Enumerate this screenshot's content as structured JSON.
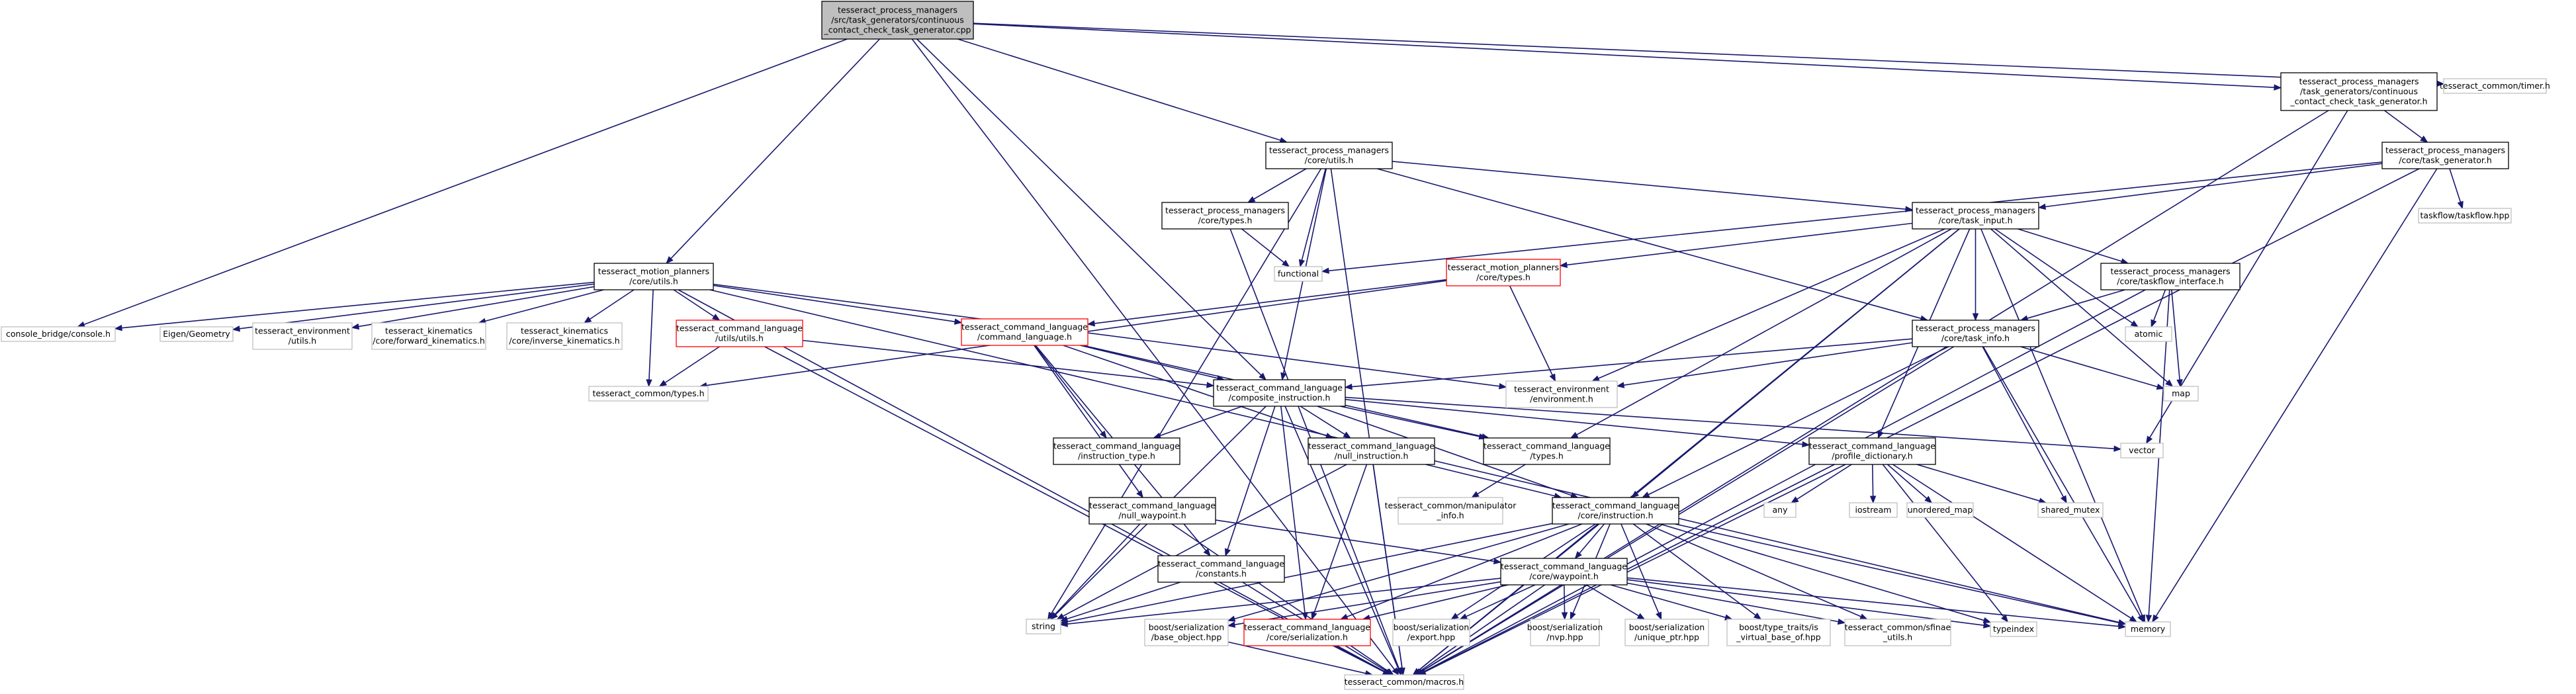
{
  "colors": {
    "edge": "#191970",
    "root_fill": "#bfbfbf",
    "box_fill": "#ffffff",
    "documented_border": "#000000",
    "external_border": "#bfbfbf",
    "truncated_border": "#ff0000"
  },
  "nodes": {
    "root": {
      "lines": [
        "tesseract_process_managers",
        "/src/task_generators/continuous",
        "_contact_check_task_generator.cpp"
      ],
      "kind": "root"
    },
    "timer": {
      "lines": [
        "tesseract_common/timer.h"
      ],
      "kind": "external"
    },
    "ccg_h": {
      "lines": [
        "tesseract_process_managers",
        "/task_generators/continuous",
        "_contact_check_task_generator.h"
      ],
      "kind": "documented"
    },
    "pm_utils": {
      "lines": [
        "tesseract_process_managers",
        "/core/utils.h"
      ],
      "kind": "documented"
    },
    "task_generator": {
      "lines": [
        "tesseract_process_managers",
        "/core/task_generator.h"
      ],
      "kind": "documented"
    },
    "taskflow": {
      "lines": [
        "taskflow/taskflow.hpp"
      ],
      "kind": "external"
    },
    "pm_types": {
      "lines": [
        "tesseract_process_managers",
        "/core/types.h"
      ],
      "kind": "documented"
    },
    "task_input": {
      "lines": [
        "tesseract_process_managers",
        "/core/task_input.h"
      ],
      "kind": "documented"
    },
    "functional": {
      "lines": [
        "functional"
      ],
      "kind": "external"
    },
    "mp_utils": {
      "lines": [
        "tesseract_motion_planners",
        "/core/utils.h"
      ],
      "kind": "documented"
    },
    "mp_types": {
      "lines": [
        "tesseract_motion_planners",
        "/core/types.h"
      ],
      "kind": "truncated"
    },
    "taskflow_iface": {
      "lines": [
        "tesseract_process_managers",
        "/core/taskflow_interface.h"
      ],
      "kind": "documented"
    },
    "console": {
      "lines": [
        "console_bridge/console.h"
      ],
      "kind": "external"
    },
    "eigen": {
      "lines": [
        "Eigen/Geometry"
      ],
      "kind": "external"
    },
    "env_utils": {
      "lines": [
        "tesseract_environment",
        "/utils.h"
      ],
      "kind": "external"
    },
    "fwd_kin": {
      "lines": [
        "tesseract_kinematics",
        "/core/forward_kinematics.h"
      ],
      "kind": "external"
    },
    "inv_kin": {
      "lines": [
        "tesseract_kinematics",
        "/core/inverse_kinematics.h"
      ],
      "kind": "external"
    },
    "cl_utils": {
      "lines": [
        "tesseract_command_language",
        "/utils/utils.h"
      ],
      "kind": "truncated"
    },
    "cl_main": {
      "lines": [
        "tesseract_command_language",
        "/command_language.h"
      ],
      "kind": "truncated"
    },
    "atomic": {
      "lines": [
        "atomic"
      ],
      "kind": "external"
    },
    "task_info": {
      "lines": [
        "tesseract_process_managers",
        "/core/task_info.h"
      ],
      "kind": "documented"
    },
    "common_types": {
      "lines": [
        "tesseract_common/types.h"
      ],
      "kind": "external"
    },
    "composite": {
      "lines": [
        "tesseract_command_language",
        "/composite_instruction.h"
      ],
      "kind": "documented"
    },
    "environment": {
      "lines": [
        "tesseract_environment",
        "/environment.h"
      ],
      "kind": "external"
    },
    "map": {
      "lines": [
        "map"
      ],
      "kind": "external"
    },
    "vector": {
      "lines": [
        "vector"
      ],
      "kind": "external"
    },
    "instr_type": {
      "lines": [
        "tesseract_command_language",
        "/instruction_type.h"
      ],
      "kind": "documented"
    },
    "null_instr": {
      "lines": [
        "tesseract_command_language",
        "/null_instruction.h"
      ],
      "kind": "documented"
    },
    "cl_types": {
      "lines": [
        "tesseract_command_language",
        "/types.h"
      ],
      "kind": "documented"
    },
    "profile_dict": {
      "lines": [
        "tesseract_command_language",
        "/profile_dictionary.h"
      ],
      "kind": "documented"
    },
    "manip_info": {
      "lines": [
        "tesseract_common/manipulator",
        "_info.h"
      ],
      "kind": "external"
    },
    "any": {
      "lines": [
        "any"
      ],
      "kind": "external"
    },
    "iostream": {
      "lines": [
        "iostream"
      ],
      "kind": "external"
    },
    "unordered_map": {
      "lines": [
        "unordered_map"
      ],
      "kind": "external"
    },
    "shared_mutex": {
      "lines": [
        "shared_mutex"
      ],
      "kind": "external"
    },
    "null_wp": {
      "lines": [
        "tesseract_command_language",
        "/null_waypoint.h"
      ],
      "kind": "documented"
    },
    "core_instr": {
      "lines": [
        "tesseract_command_language",
        "/core/instruction.h"
      ],
      "kind": "documented"
    },
    "constants": {
      "lines": [
        "tesseract_command_language",
        "/constants.h"
      ],
      "kind": "documented"
    },
    "core_wp": {
      "lines": [
        "tesseract_command_language",
        "/core/waypoint.h"
      ],
      "kind": "documented"
    },
    "string": {
      "lines": [
        "string"
      ],
      "kind": "external"
    },
    "boost_base": {
      "lines": [
        "boost/serialization",
        "/base_object.hpp"
      ],
      "kind": "external"
    },
    "cl_ser": {
      "lines": [
        "tesseract_command_language",
        "/core/serialization.h"
      ],
      "kind": "truncated"
    },
    "boost_export": {
      "lines": [
        "boost/serialization",
        "/export.hpp"
      ],
      "kind": "external"
    },
    "boost_nvp": {
      "lines": [
        "boost/serialization",
        "/nvp.hpp"
      ],
      "kind": "external"
    },
    "boost_uptr": {
      "lines": [
        "boost/serialization",
        "/unique_ptr.hpp"
      ],
      "kind": "external"
    },
    "boost_vbase": {
      "lines": [
        "boost/type_traits/is",
        "_virtual_base_of.hpp"
      ],
      "kind": "external"
    },
    "sfinae": {
      "lines": [
        "tesseract_common/sfinae",
        "_utils.h"
      ],
      "kind": "external"
    },
    "typeindex": {
      "lines": [
        "typeindex"
      ],
      "kind": "external"
    },
    "memory": {
      "lines": [
        "memory"
      ],
      "kind": "external"
    },
    "macros": {
      "lines": [
        "tesseract_common/macros.h"
      ],
      "kind": "external"
    }
  }
}
